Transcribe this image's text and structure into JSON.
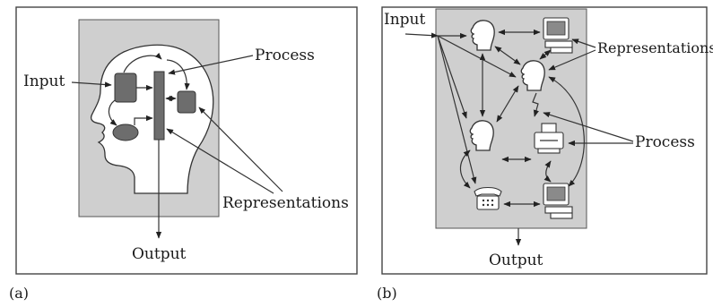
{
  "panel_a": {
    "caption": "(a)",
    "input_label": "Input",
    "process_label": "Process",
    "representations_label": "Representations",
    "output_label": "Output"
  },
  "panel_b": {
    "caption": "(b)",
    "input_label": "Input",
    "process_label": "Process",
    "representations_label": "Representations",
    "output_label": "Output"
  }
}
